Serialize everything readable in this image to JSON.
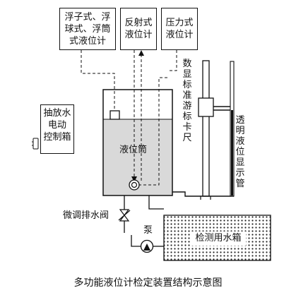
{
  "labels": {
    "float_meter_line1": "浮子式、浮",
    "float_meter_line2": "球式、浮筒",
    "float_meter_line3": "式液位计",
    "reflective_meter_line1": "反射式",
    "reflective_meter_line2": "液位计",
    "pressure_meter_line1": "压力式",
    "pressure_meter_line2": "液位计",
    "control_box_line1": "抽放水",
    "control_box_line2": "电动",
    "control_box_line3": "控制箱",
    "level_tank": "液位筒",
    "digital_vernier": "数显标准游标卡尺",
    "transparent_tube": "透明液位显示管",
    "fine_valve": "微调排水阀",
    "pump": "泵",
    "water_tank": "检测用水箱",
    "caption": "多功能液位计检定装置结构示意图"
  },
  "colors": {
    "line": "#111111",
    "water": "#d9d9d9",
    "dots": "#222222"
  }
}
